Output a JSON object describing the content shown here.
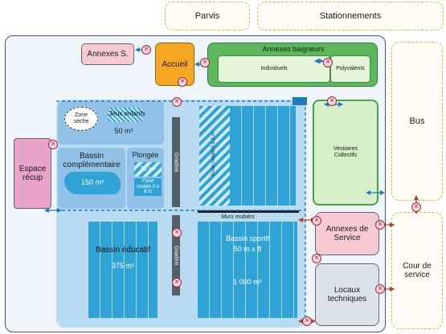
{
  "top": {
    "parvis": "Parvis",
    "stationnements": "Stationnements"
  },
  "right": {
    "bus": "Bus",
    "cour": "Cour de service"
  },
  "rooms": {
    "annexes_s": "Annexes S.",
    "accueil": "Accueil",
    "annexes_baigneurs": "Annexes baigneurs",
    "individuels": "Individuels",
    "polyvalents": "Polyvalents",
    "zone_seche": "Zone sèche",
    "jeux_enfants": "Jeux enfants",
    "jeux_area": "50 m²",
    "espace_recup": "Espace récup",
    "bassin_comp": "Bassin complémentaire",
    "bassin_comp_area": "150 m²",
    "plongee": "Plongée",
    "plongee_area": "75 m²",
    "fond_mobile_small": "Fond mobile 0 à 6 m",
    "fond_mobile_big": "Fond mobile 0 à 2 m",
    "gradins": "Gradins",
    "murs_mobiles": "Murs mobiles",
    "bassin_sportif": "Bassin sportif",
    "bassin_sportif_dims": "50 m x 8",
    "bassin_sportif_area": "1 000 m²",
    "bassin_educ": "Bassin éducatif",
    "bassin_educ_area": "375 m²",
    "vestiaires": "Vestiaires Collectifs",
    "annexes_service": "Annexes de Service",
    "locaux": "Locaux techniques"
  }
}
